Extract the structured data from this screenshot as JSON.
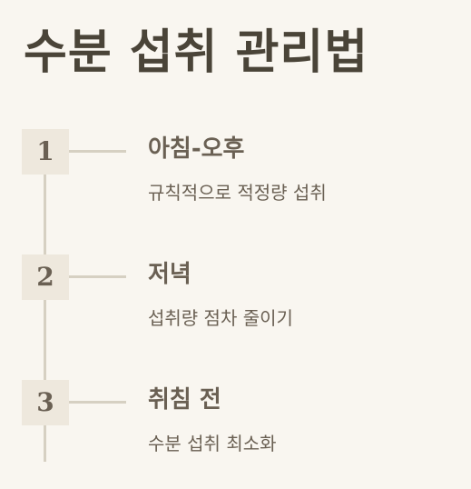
{
  "title": "수분 섭취 관리법",
  "steps": [
    {
      "number": "1",
      "title": "아침-오후",
      "description": "규칙적으로 적정량 섭취"
    },
    {
      "number": "2",
      "title": "저녁",
      "description": "섭취량 점차 줄이기"
    },
    {
      "number": "3",
      "title": "취침 전",
      "description": "수분 섭취 최소화"
    }
  ],
  "colors": {
    "background": "#f9f6f0",
    "title": "#4a4438",
    "text": "#6a6053",
    "marker_bg": "#eee8dd",
    "line": "#d6d0c2"
  }
}
